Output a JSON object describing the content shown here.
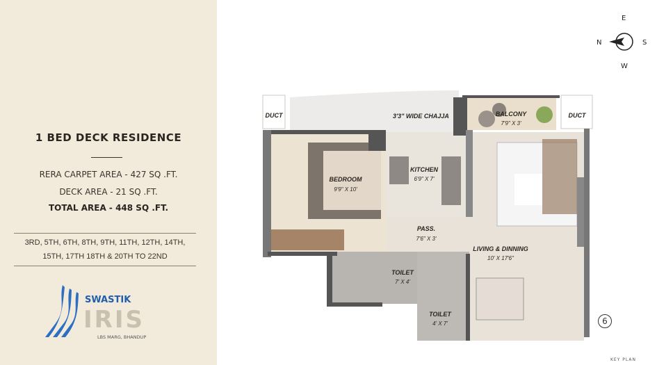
{
  "unit": {
    "title": "1 BED DECK RESIDENCE",
    "rera_carpet_area": "RERA CARPET AREA - 427 SQ .FT.",
    "deck_area": "DECK AREA - 21 SQ .FT.",
    "total_area": "TOTAL  AREA - 448 SQ .FT."
  },
  "floors": {
    "line1": "3RD, 5TH, 6TH, 8TH, 9TH, 11TH, 12TH, 14TH,",
    "line2": "15TH, 17TH 18TH & 20TH TO 22ND"
  },
  "logo": {
    "brand": "SWASTIK",
    "name": "IRIS",
    "location": "LBS MARG, BHANDUP",
    "colors": {
      "brand_blue": "#1f5fae"
    }
  },
  "plan": {
    "rooms": [
      {
        "name": "DUCT",
        "dim": ""
      },
      {
        "name": "3'3\" WIDE CHAJJA",
        "dim": ""
      },
      {
        "name": "BALCONY",
        "dim": "7'9\" X 3'"
      },
      {
        "name": "DUCT",
        "dim": ""
      },
      {
        "name": "BEDROOM",
        "dim": "9'9\" X 10'"
      },
      {
        "name": "KITCHEN",
        "dim": "6'9\" X 7'"
      },
      {
        "name": "PASS.",
        "dim": "7'6\" X 3'"
      },
      {
        "name": "LIVING  & DINNING",
        "dim": "10' X 17'6\""
      },
      {
        "name": "TOILET",
        "dim": "7' X 4'"
      },
      {
        "name": "TOILET",
        "dim": "4' X 7'"
      }
    ],
    "unit_number": "6"
  },
  "compass": {
    "n": "N",
    "e": "E",
    "s": "S",
    "w": "W"
  },
  "key_plan_label": "KEY PLAN"
}
